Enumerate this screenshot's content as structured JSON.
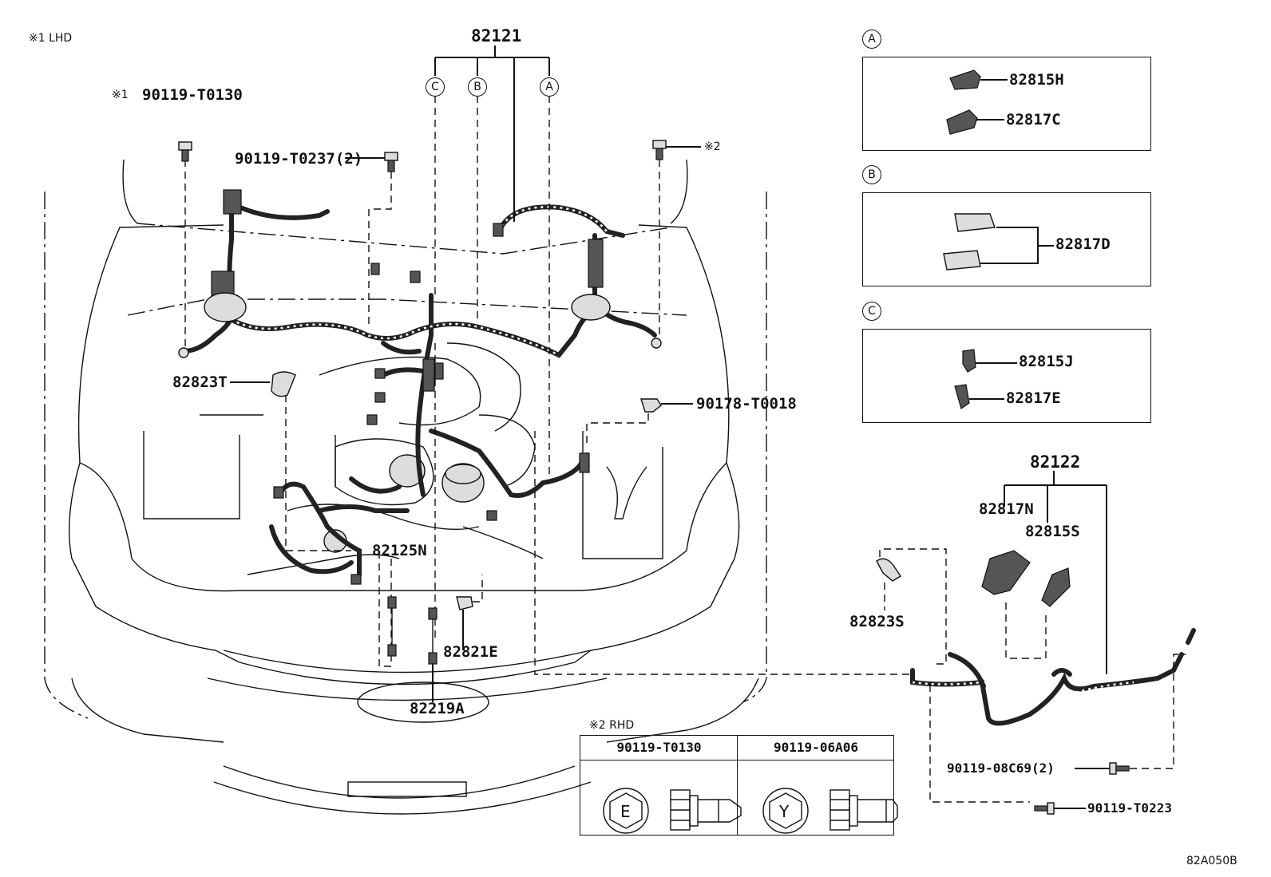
{
  "notes": {
    "lhd": "※1 LHD",
    "rhd": "※2 RHD",
    "ref1": "※1",
    "ref2": "※2",
    "diagram_code": "82A050B"
  },
  "callouts": {
    "a": "A",
    "b": "B",
    "c": "C"
  },
  "labels": {
    "main_harness": "82121",
    "bolt_lhd": "90119-T0130",
    "bolt_0237": "90119-T0237(2)",
    "clip_82823T": "82823T",
    "nut_90178": "90178-T0018",
    "wire_82125N": "82125N",
    "holder_82821E": "82821E",
    "wire_82219A": "82219A",
    "sub_harness": "82122",
    "cover_82817N": "82817N",
    "cover_82815S": "82815S",
    "clip_82823S": "82823S",
    "bolt_08C69": "90119-08C69(2)",
    "bolt_T0223": "90119-T0223"
  },
  "inset_a": {
    "items": [
      "82815H",
      "82817C"
    ]
  },
  "inset_b": {
    "items": [
      "82817D"
    ]
  },
  "inset_c": {
    "items": [
      "82815J",
      "82817E"
    ]
  },
  "rhd_table": {
    "columns": [
      {
        "part": "90119-T0130",
        "mark": "E"
      },
      {
        "part": "90119-06A06",
        "mark": "Y"
      }
    ]
  }
}
